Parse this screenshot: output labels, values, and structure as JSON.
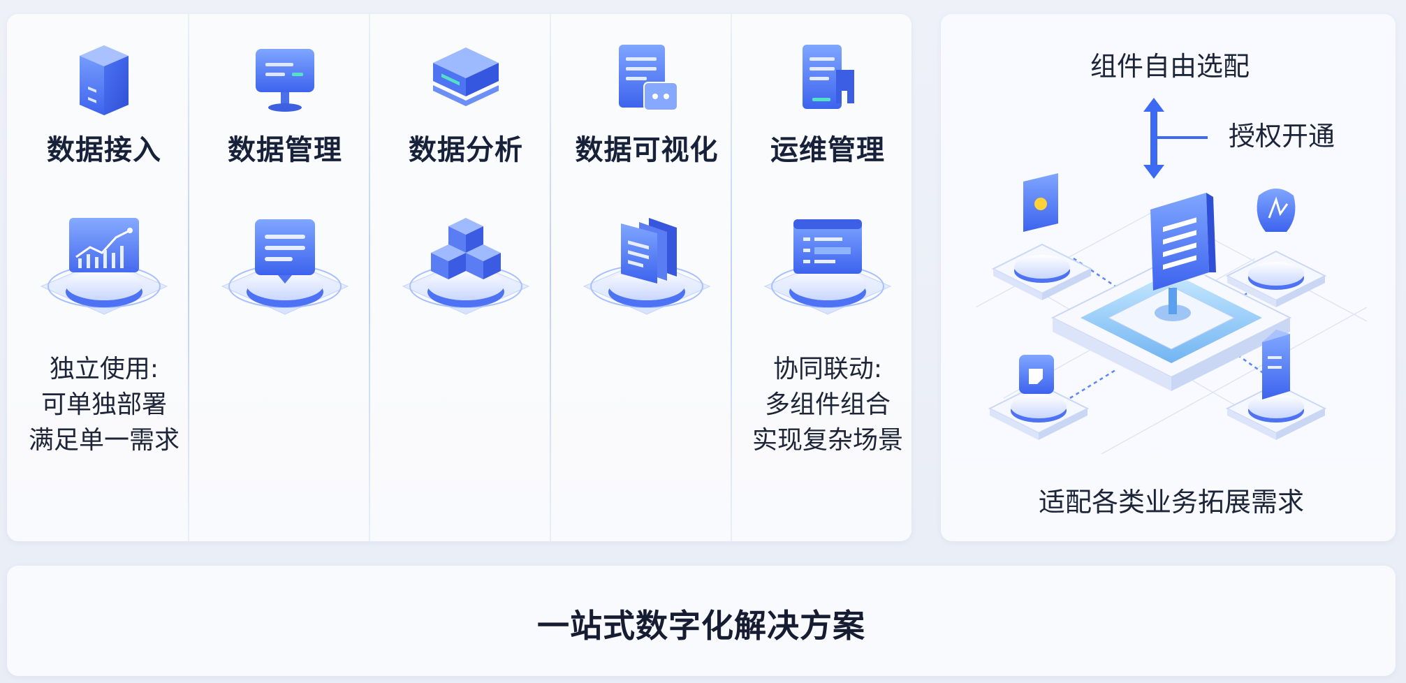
{
  "modules": [
    {
      "title": "数据接入",
      "top_icon": "server-box-icon",
      "bottom_icon": "chart-platform-icon",
      "note": [
        "独立使用:",
        "可单独部署",
        "满足单一需求"
      ]
    },
    {
      "title": "数据管理",
      "top_icon": "monitor-icon",
      "bottom_icon": "document-platform-icon",
      "note": []
    },
    {
      "title": "数据分析",
      "top_icon": "cube-server-icon",
      "bottom_icon": "cubes-platform-icon",
      "note": []
    },
    {
      "title": "数据可视化",
      "top_icon": "document-chat-icon",
      "bottom_icon": "stacked-pages-platform-icon",
      "note": []
    },
    {
      "title": "运维管理",
      "top_icon": "document-doorway-icon",
      "bottom_icon": "dashboard-platform-icon",
      "note": [
        "协同联动:",
        "多组件组合",
        "实现复杂场景"
      ]
    }
  ],
  "flex_panel": {
    "label_top": "组件自由选配",
    "label_right": "授权开通",
    "label_bottom": "适配各类业务拓展需求",
    "illustration_icon": "isometric-hub-platform-icon"
  },
  "footer": {
    "title": "一站式数字化解决方案"
  },
  "colors": {
    "accent": "#3d6af2",
    "accent_light": "#7aa2ff",
    "platform": "#dfe8ff",
    "text": "#1b2438"
  }
}
